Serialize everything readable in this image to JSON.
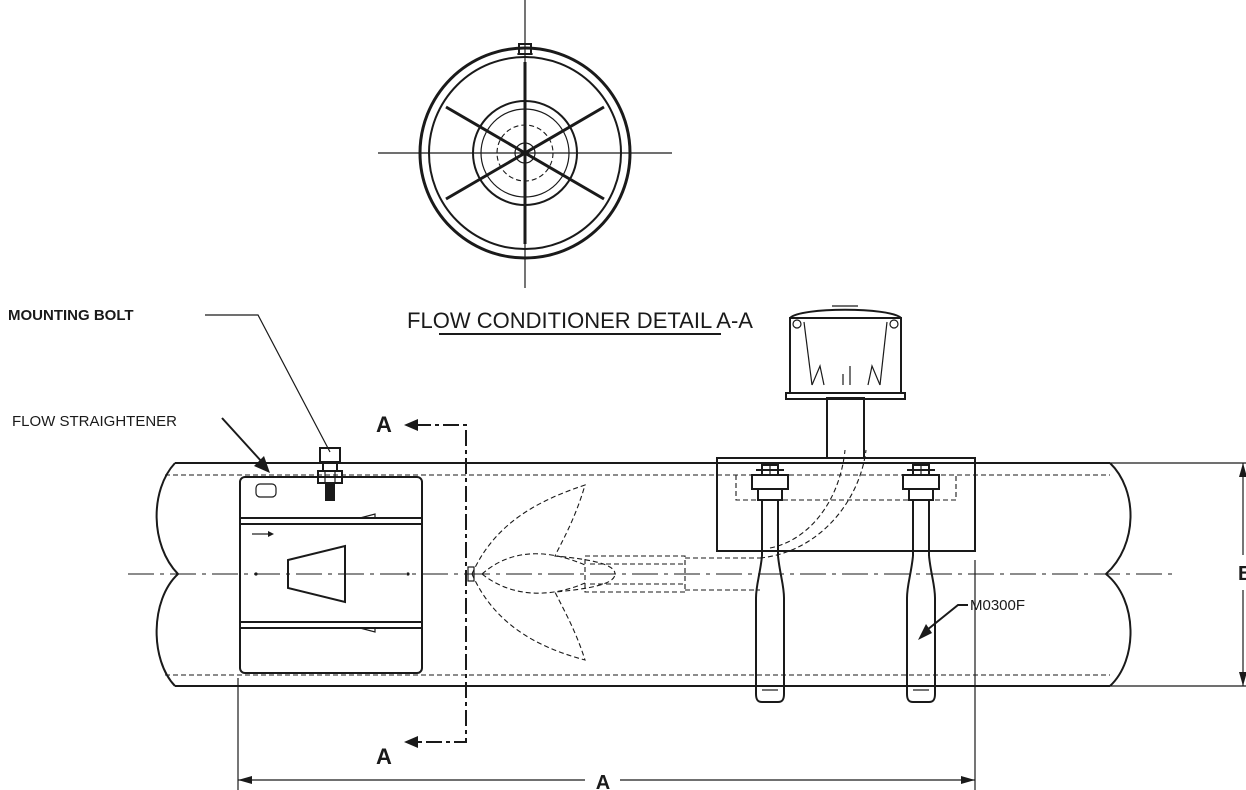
{
  "title": "FLOW CONDITIONER DETAIL A-A",
  "labels": {
    "mounting_bolt": "MOUNTING BOLT",
    "flow_straightener": "FLOW STRAIGHTENER",
    "model": "M0300F"
  },
  "section_markers": {
    "top": "A",
    "bottom": "A"
  },
  "dimensions": {
    "length": "A",
    "diameter": "B"
  }
}
